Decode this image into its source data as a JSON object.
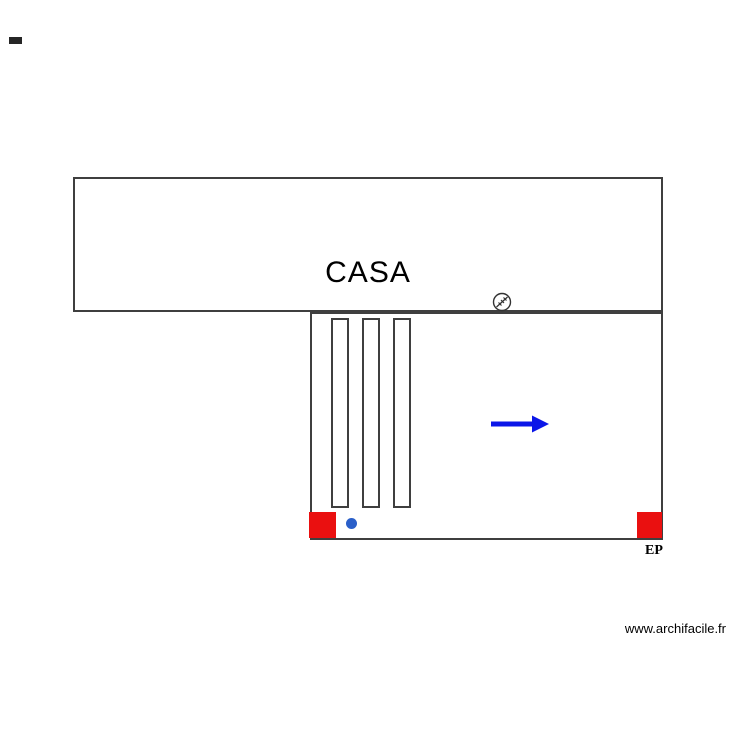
{
  "plan": {
    "rooms": [
      {
        "id": "casa",
        "label": "CASA"
      },
      {
        "id": "annex",
        "label": ""
      }
    ],
    "annotations": {
      "ep_label": "EP",
      "watermark": "www.archifacile.fr"
    },
    "symbols": {
      "light_symbol": "circle-with-diagonal-hatch",
      "direction_arrow": "right",
      "vertical_panels": 3,
      "red_markers": 2,
      "blue_dots": 1
    },
    "colors": {
      "wall": "#3f3f3f",
      "red_marker": "#ea1010",
      "arrow_blue": "#0b16e8",
      "dot_blue": "#2a5fc9",
      "text": "#000000"
    }
  }
}
